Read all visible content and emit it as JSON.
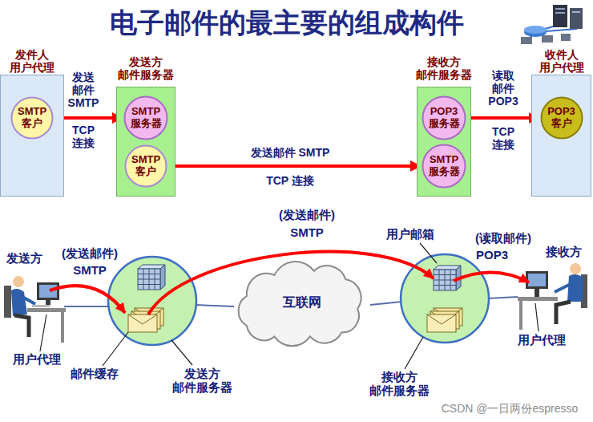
{
  "diagram": {
    "title": "电子邮件的最主要的组成构件",
    "nodes": [
      {
        "text": [
          "发件人 用户代理"
        ]
      },
      {
        "text": [
          "SMTP 客户"
        ],
        "in": 0
      },
      {
        "text": [
          "发送方 邮件服务器"
        ]
      },
      {
        "text": [
          "SMTP 服务器"
        ],
        "in": 2
      },
      {
        "text": [
          "SMTP 客户"
        ],
        "in": 2
      },
      {
        "text": [
          "接收方 邮件服务器"
        ]
      },
      {
        "text": [
          "POP3 服务器"
        ],
        "in": 5
      },
      {
        "text": [
          "SMTP 服务器"
        ],
        "in": 5
      },
      {
        "text": [
          "收件人 用户代理"
        ]
      },
      {
        "text": [
          "POP3 客户"
        ],
        "in": 8
      },
      {
        "text": [
          "互联网"
        ]
      }
    ],
    "edges": [
      {
        "from": 1,
        "to": 3,
        "arrow": "to",
        "label": "发送 邮件 SMTP"
      },
      {
        "from": 4,
        "to": 7,
        "arrow": "to",
        "label": "发送邮件 SMTP"
      },
      {
        "from": 6,
        "to": 9,
        "arrow": "to",
        "label": "读取 邮件 POP3"
      }
    ],
    "labels": [
      "TCP 连接",
      "TCP 连接",
      "TCP 连接",
      "发送方",
      "(发送邮件)",
      "SMTP",
      "(发送邮件)",
      "SMTP",
      "用户邮箱",
      "(读取邮件)",
      "POP3",
      "接收方",
      "用户代理",
      "邮件缓存",
      "发送方 邮件服务器",
      "用户代理",
      "接收方 邮件服务器",
      "CSDN @一日两份espresso"
    ]
  }
}
